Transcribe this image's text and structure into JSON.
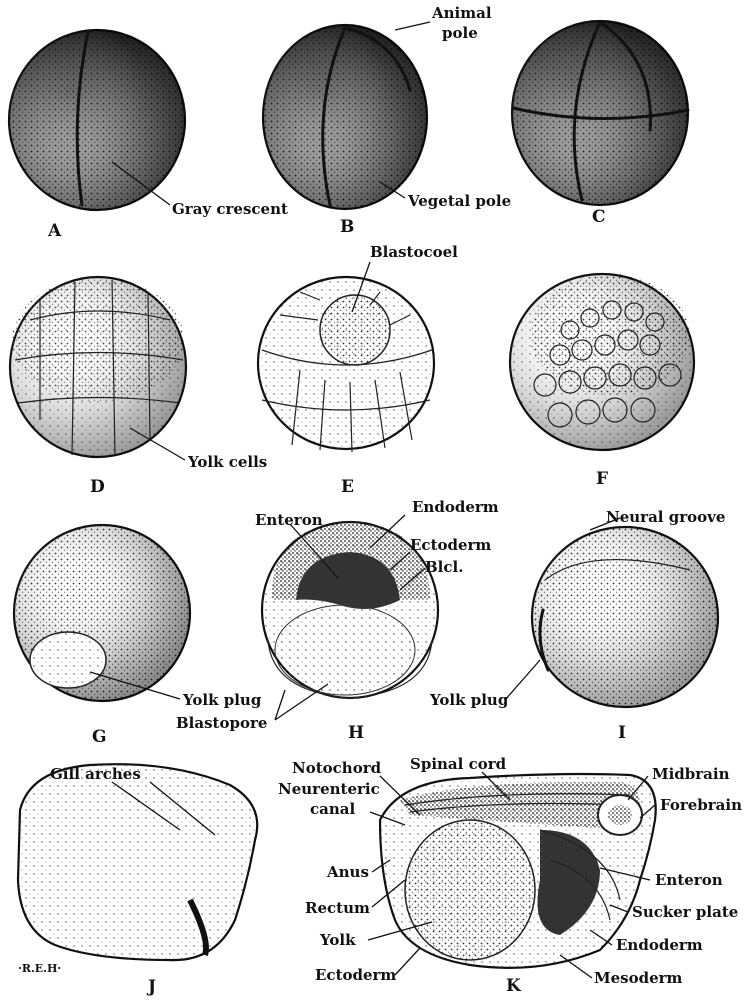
{
  "figure": {
    "panels": [
      {
        "letter": "A",
        "labels": [
          "Gray crescent"
        ]
      },
      {
        "letter": "B",
        "labels": [
          "Animal",
          "pole",
          "Vegetal pole"
        ]
      },
      {
        "letter": "C",
        "labels": []
      },
      {
        "letter": "D",
        "labels": [
          "Yolk cells"
        ]
      },
      {
        "letter": "E",
        "labels": [
          "Blastocoel"
        ]
      },
      {
        "letter": "F",
        "labels": []
      },
      {
        "letter": "G",
        "labels": [
          "Yolk plug"
        ]
      },
      {
        "letter": "H",
        "labels": [
          "Enteron",
          "Endoderm",
          "Ectoderm",
          "Blcl.",
          "Blastopore"
        ]
      },
      {
        "letter": "I",
        "labels": [
          "Neural groove",
          "Yolk plug"
        ]
      },
      {
        "letter": "J",
        "labels": [
          "Gill arches"
        ]
      },
      {
        "letter": "K",
        "labels": [
          "Notochord",
          "Neurenteric",
          "canal",
          "Spinal cord",
          "Midbrain",
          "Forebrain",
          "Anus",
          "Rectum",
          "Yolk",
          "Ectoderm",
          "Enteron",
          "Sucker plate",
          "Endoderm",
          "Mesoderm"
        ]
      }
    ],
    "signature": "·R.E.H·"
  }
}
